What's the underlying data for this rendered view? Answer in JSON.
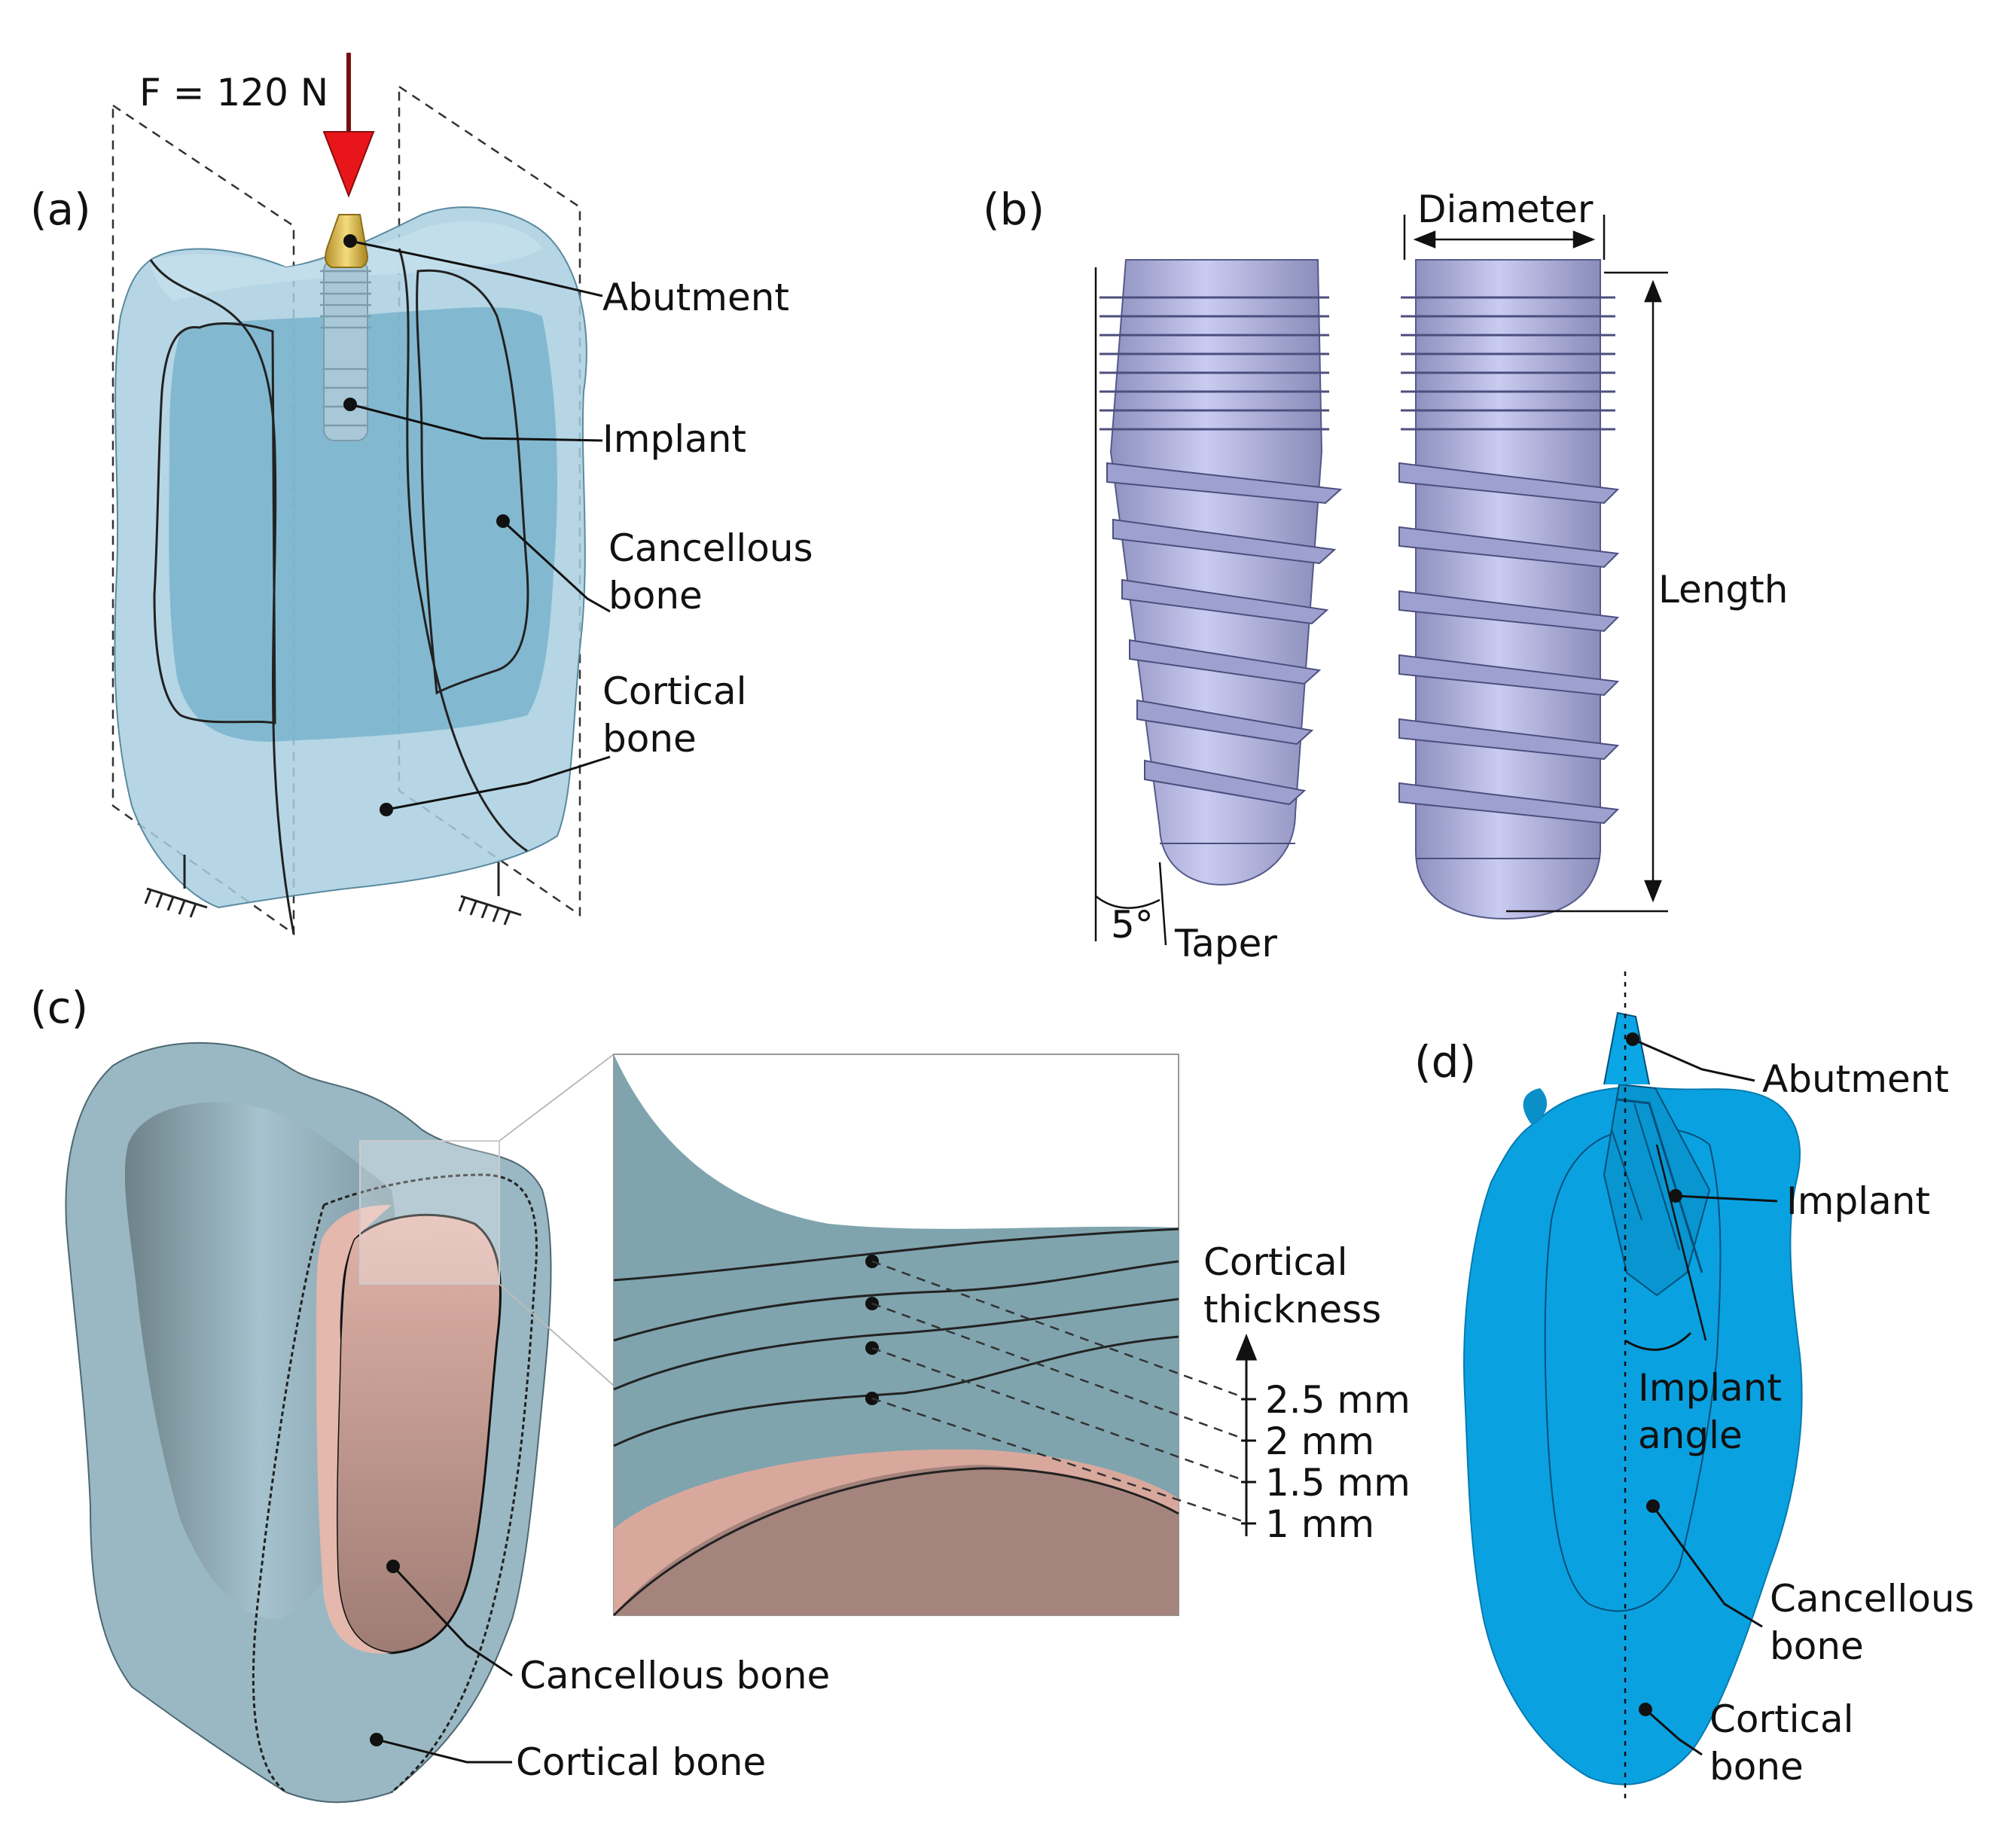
{
  "panels": {
    "a": "(a)",
    "b": "(b)",
    "c": "(c)",
    "d": "(d)"
  },
  "a": {
    "force": "F = 120 N",
    "abutment": "Abutment",
    "implant": "Implant",
    "cancellous_1": "Cancellous",
    "cancellous_2": "bone",
    "cortical_1": "Cortical",
    "cortical_2": "bone"
  },
  "b": {
    "diameter": "Diameter",
    "length": "Length",
    "angle": "5°",
    "taper": "Taper"
  },
  "c": {
    "title_1": "Cortical",
    "title_2": "thickness",
    "t1": "2.5 mm",
    "t2": "2 mm",
    "t3": "1.5 mm",
    "t4": "1 mm",
    "cancellous": "Cancellous bone",
    "cortical": "Cortical bone"
  },
  "d": {
    "abutment": "Abutment",
    "implant": "Implant",
    "angle_1": "Implant",
    "angle_2": "angle",
    "cancellous_1": "Cancellous",
    "cancellous_2": "bone",
    "cortical_1": "Cortical",
    "cortical_2": "bone"
  },
  "colors": {
    "bone_blue": "#a9cfe0",
    "force_red": "#e8161b",
    "implant_lilac": "#b3b5dd",
    "cancellous_pink": "#a37e76",
    "panel_d_blue": "#0aa1e0"
  }
}
